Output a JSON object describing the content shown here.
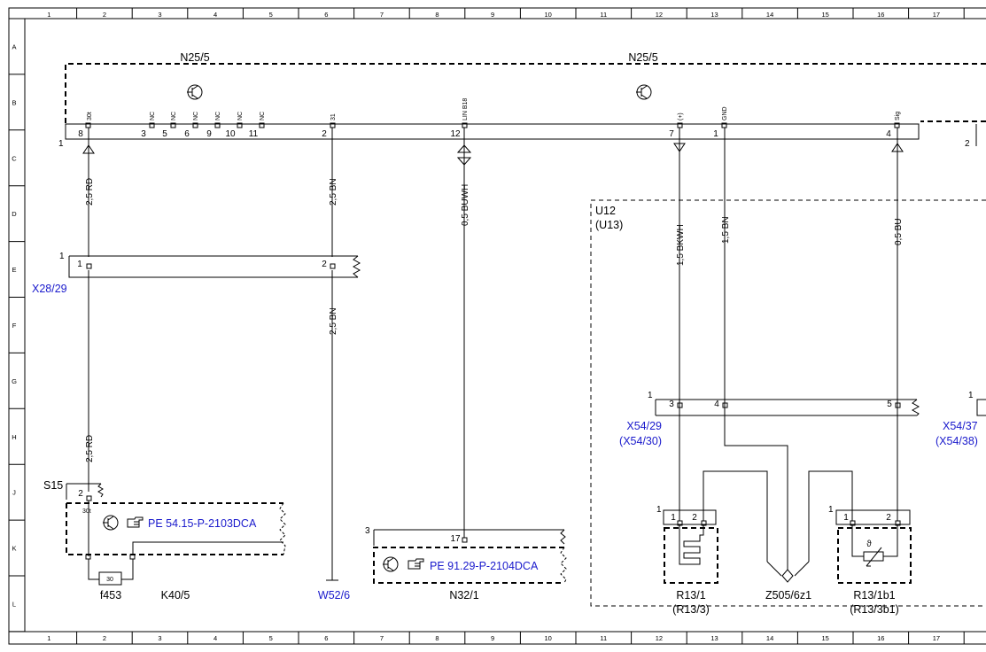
{
  "grid": {
    "columns": [
      "1",
      "2",
      "3",
      "4",
      "5",
      "6",
      "7",
      "8",
      "9",
      "10",
      "11",
      "12",
      "13",
      "14",
      "15",
      "16",
      "17"
    ],
    "rows": [
      "A",
      "B",
      "C",
      "D",
      "E",
      "F",
      "G",
      "H",
      "J",
      "K",
      "L"
    ]
  },
  "components": {
    "n25_left_label": "N25/5",
    "n25_right_label": "N25/5",
    "n25_pin_marker_left": "1",
    "n25_pin_marker_right": "2",
    "n25_pins": [
      {
        "num": "8",
        "name": "30t"
      },
      {
        "num": "3",
        "name": "NC"
      },
      {
        "num": "5",
        "name": "NC"
      },
      {
        "num": "6",
        "name": "NC"
      },
      {
        "num": "9",
        "name": "NC"
      },
      {
        "num": "10",
        "name": "NC"
      },
      {
        "num": "11",
        "name": "NC"
      },
      {
        "num": "2",
        "name": "31"
      },
      {
        "num": "12",
        "name": "LIN B18"
      },
      {
        "num": "7",
        "name": "(+)"
      },
      {
        "num": "1",
        "name": "GND"
      },
      {
        "num": "4",
        "name": "Sig"
      }
    ],
    "x28": {
      "label": "X28/29",
      "marker": "1",
      "pin_a": "1",
      "pin_b": "2"
    },
    "u12": {
      "label": "U12",
      "sub": "(U13)"
    },
    "x54": {
      "label": "X54/29",
      "sub": "(X54/30)",
      "marker": "1",
      "pins": [
        "3",
        "4",
        "5"
      ]
    },
    "x54r": {
      "label": "X54/37",
      "sub": "(X54/38)",
      "marker": "1"
    },
    "s15": {
      "label": "S15",
      "pin": "2",
      "pin_name": "30t"
    },
    "k40": {
      "label": "K40/5",
      "ref": "PE 54.15-P-2103DCA"
    },
    "f453": {
      "label": "f453",
      "rating": "30"
    },
    "w52": {
      "label": "W52/6"
    },
    "n32": {
      "label": "N32/1",
      "ref": "PE 91.29-P-2104DCA",
      "marker": "3",
      "pin": "17"
    },
    "r13_1": {
      "label": "R13/1",
      "sub": "(R13/3)",
      "marker": "1",
      "pin1": "1",
      "pin2": "2"
    },
    "z505": {
      "label": "Z505/6z1"
    },
    "r13_1b1": {
      "label": "R13/1b1",
      "sub": "(R13/3b1)",
      "marker": "1",
      "pin1": "1",
      "pin2": "2",
      "symbol": "ϑ"
    }
  },
  "wires": {
    "w1_top": "2,5 RD",
    "w1_bottom": "2,5 RD",
    "w2_top": "2,5 BN",
    "w2_bottom": "2,5 BN",
    "w3": "0,5 BUWH",
    "w4": "1,5 BKWH",
    "w5": "1,5 BN",
    "w6": "0,5 BU"
  },
  "icons": {
    "transistor": "transistor-icon",
    "pointing_hand": "pointing-hand-icon",
    "fuse": "fuse-icon",
    "heater": "heater-element-icon",
    "thermistor": "temperature-sensor-icon"
  }
}
